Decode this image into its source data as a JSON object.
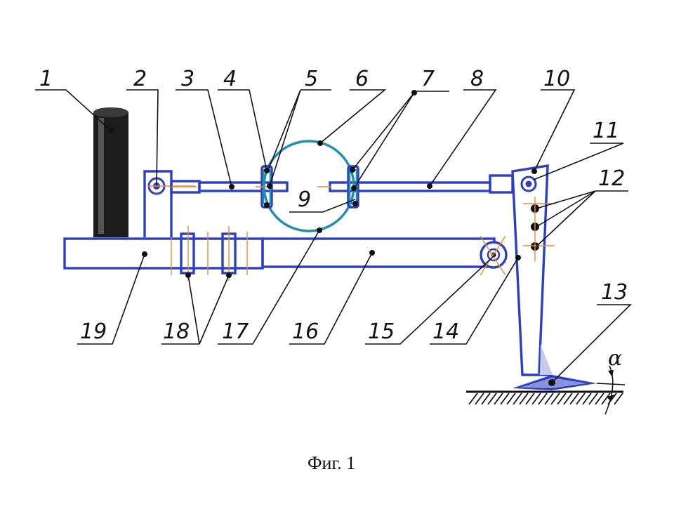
{
  "figure": {
    "caption": "Фиг. 1",
    "angle_label": "α",
    "callouts": [
      "1",
      "2",
      "3",
      "4",
      "5",
      "6",
      "7",
      "8",
      "9",
      "10",
      "11",
      "12",
      "13",
      "14",
      "15",
      "16",
      "17",
      "18",
      "19"
    ]
  }
}
